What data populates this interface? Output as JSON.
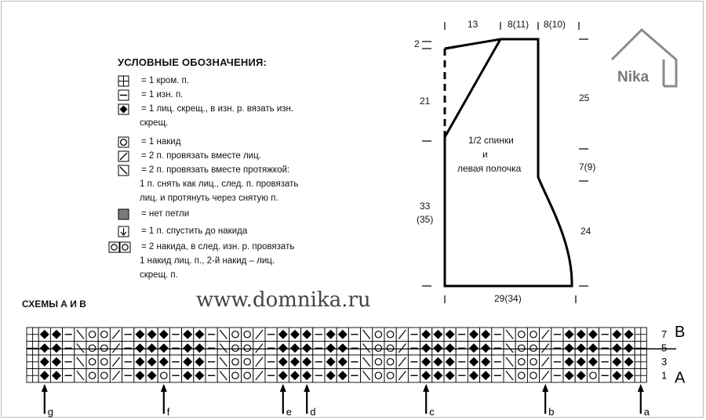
{
  "legend": {
    "title": "УСЛОВНЫЕ ОБОЗНАЧЕНИЯ:",
    "items": [
      {
        "icon": "edge-stitch-icon",
        "lines": [
          "= 1 кром. п."
        ]
      },
      {
        "icon": "purl-stitch-icon",
        "lines": [
          "= 1 изн. п."
        ]
      },
      {
        "icon": "twisted-knit-icon",
        "lines": [
          "= 1 лиц. скрещ., в изн. р. вязать изн.",
          "скрещ."
        ]
      },
      {
        "icon": "yarn-over-icon",
        "lines": [
          "= 1 накид"
        ]
      },
      {
        "icon": "k2tog-icon",
        "lines": [
          "= 2 п. провязать вместе лиц."
        ]
      },
      {
        "icon": "ssk-icon",
        "lines": [
          "= 2 п. провязать вместе протяжкой:",
          "1 п. снять как лиц., след. п. провязать",
          "лиц. и протянуть через снятую п."
        ]
      },
      {
        "icon": "no-stitch-icon",
        "lines": [
          "= нет петли"
        ]
      },
      {
        "icon": "drop-stitch-icon",
        "lines": [
          "= 1 п. спустить до накида"
        ]
      },
      {
        "icon": "double-yarn-over-icon",
        "lines": [
          "= 2 накида, в след. изн. р. провязать",
          "1 накид лиц. п., 2-й накид – лиц.",
          "скрещ. п."
        ]
      }
    ]
  },
  "watermark": "www.domnika.ru",
  "logo": "Nika",
  "schemes_title": "СХЕМЫ А И В",
  "pattern": {
    "label_top": "B",
    "label_bottom": "A",
    "row_numbers": [
      "7",
      "5",
      "3",
      "1"
    ],
    "markers": [
      "g",
      "f",
      "e",
      "d",
      "c",
      "b",
      "a"
    ]
  },
  "schematic": {
    "piece_label": [
      "1/2 спинки",
      "и",
      "левая полочка"
    ],
    "dims": {
      "top_13": "13",
      "top_8_11": "8(11)",
      "top_8_10": "8(10)",
      "shoulder_2": "2",
      "left_21": "21",
      "left_33": "33",
      "left_35": "(35)",
      "right_25": "25",
      "right_7_9": "7(9)",
      "right_24": "24",
      "bottom_29_34": "29(34)"
    }
  }
}
